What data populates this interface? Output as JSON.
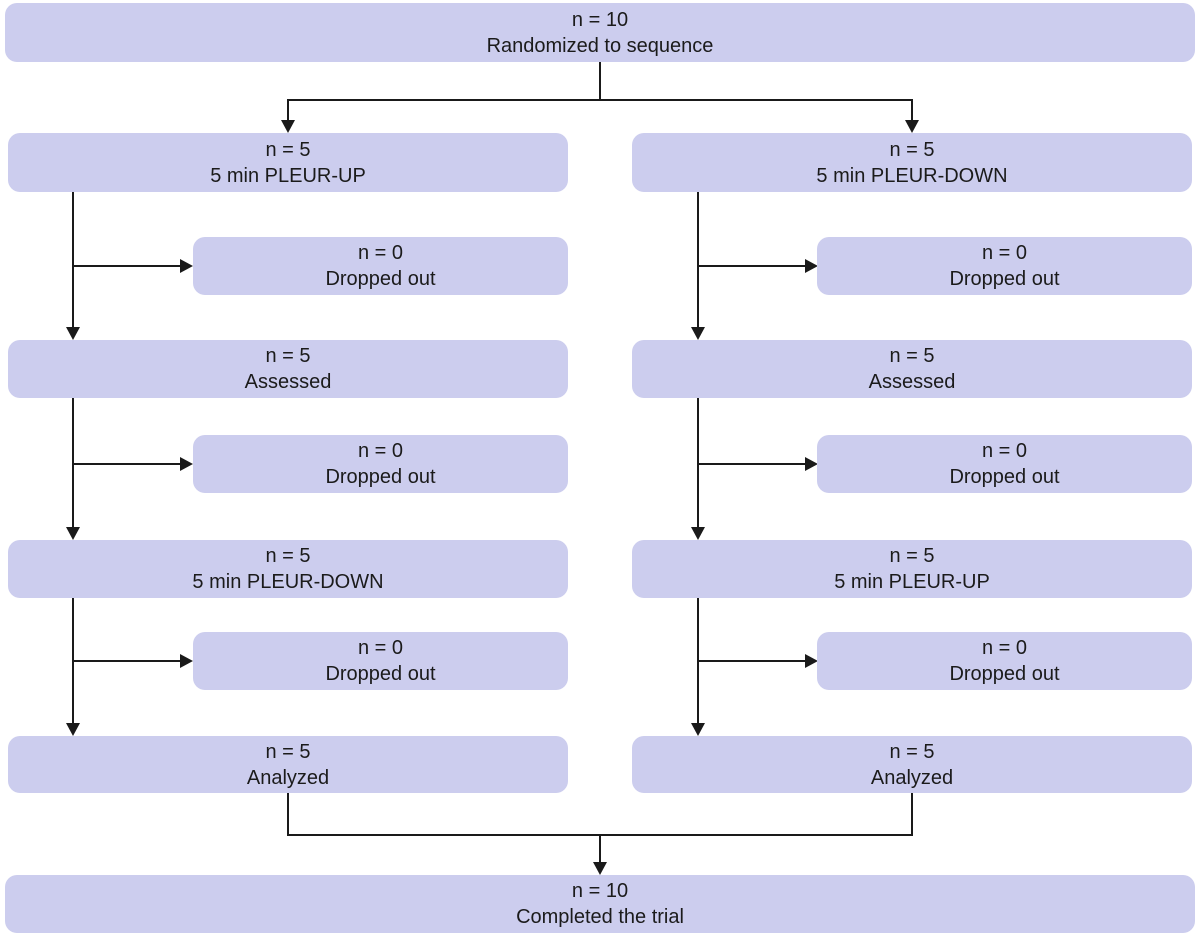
{
  "colors": {
    "box_fill": "#cccdee",
    "line": "#1a1a1a",
    "text": "#1b1b1b",
    "background": "#ffffff"
  },
  "flow": {
    "randomized": {
      "count": "n = 10",
      "label": "Randomized to sequence"
    },
    "sequence_up_down": {
      "allocation": {
        "count": "n = 5",
        "label": "5 min PLEUR-UP"
      },
      "dropout_1": {
        "count": "n = 0",
        "label": "Dropped out"
      },
      "assessed": {
        "count": "n = 5",
        "label": "Assessed"
      },
      "dropout_2": {
        "count": "n = 0",
        "label": "Dropped out"
      },
      "crossover": {
        "count": "n = 5",
        "label": "5 min PLEUR-DOWN"
      },
      "dropout_3": {
        "count": "n = 0",
        "label": "Dropped out"
      },
      "analyzed": {
        "count": "n = 5",
        "label": "Analyzed"
      }
    },
    "sequence_down_up": {
      "allocation": {
        "count": "n = 5",
        "label": "5 min PLEUR-DOWN"
      },
      "dropout_1": {
        "count": "n = 0",
        "label": "Dropped out"
      },
      "assessed": {
        "count": "n = 5",
        "label": "Assessed"
      },
      "dropout_2": {
        "count": "n = 0",
        "label": "Dropped out"
      },
      "crossover": {
        "count": "n = 5",
        "label": "5 min PLEUR-UP"
      },
      "dropout_3": {
        "count": "n = 0",
        "label": "Dropped out"
      },
      "analyzed": {
        "count": "n = 5",
        "label": "Analyzed"
      }
    },
    "completed": {
      "count": "n = 10",
      "label": "Completed the trial"
    }
  }
}
